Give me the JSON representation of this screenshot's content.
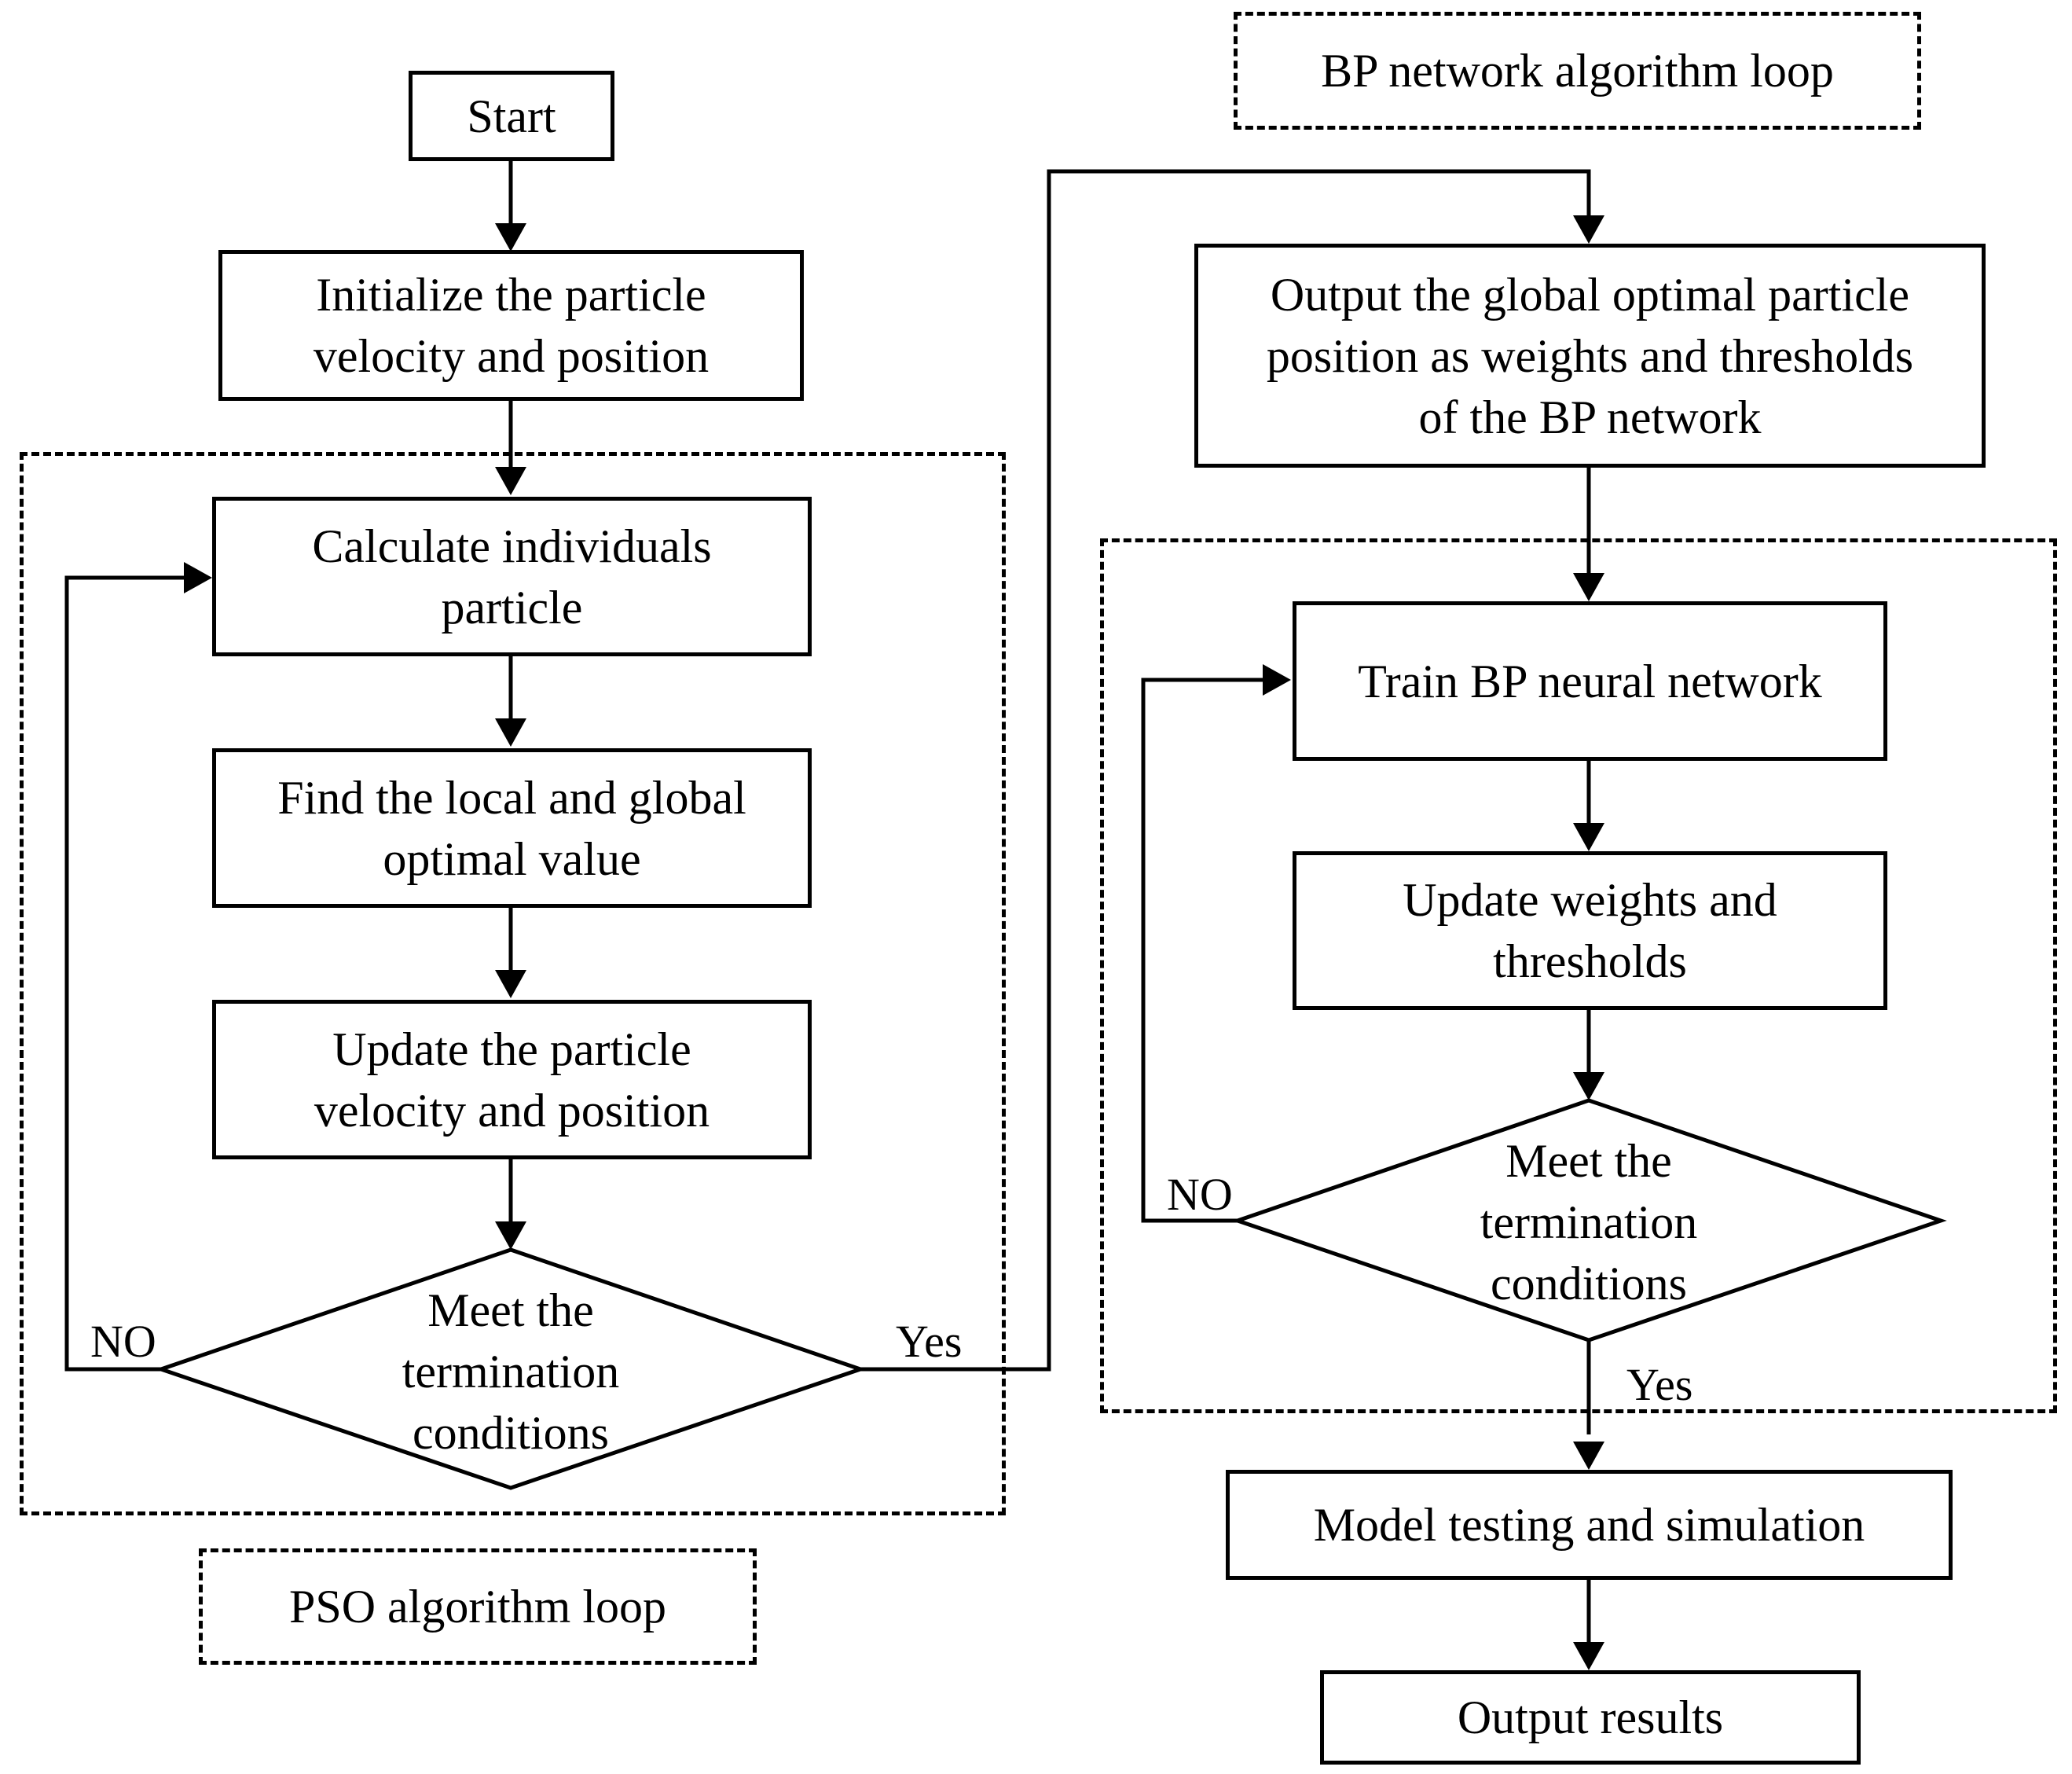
{
  "pso": {
    "start": "Start",
    "initialize": "Initialize the particle\nvelocity and position",
    "calculate": "Calculate individuals\nparticle",
    "find_optimal": "Find the local and global\noptimal value",
    "update": "Update the particle\nvelocity and position",
    "decision": "Meet the\ntermination\nconditions",
    "no_label": "NO",
    "yes_label": "Yes",
    "loop_label": "PSO algorithm loop"
  },
  "bp": {
    "loop_label": "BP network algorithm loop",
    "output_global": "Output the global optimal particle\nposition as weights and thresholds\nof the BP network",
    "train": "Train BP neural network",
    "update": "Update weights and\nthresholds",
    "decision": "Meet the\ntermination\nconditions",
    "no_label": "NO",
    "yes_label": "Yes",
    "testing": "Model testing and simulation",
    "results": "Output results"
  },
  "colors": {
    "stroke": "#000000",
    "background": "#ffffff"
  }
}
